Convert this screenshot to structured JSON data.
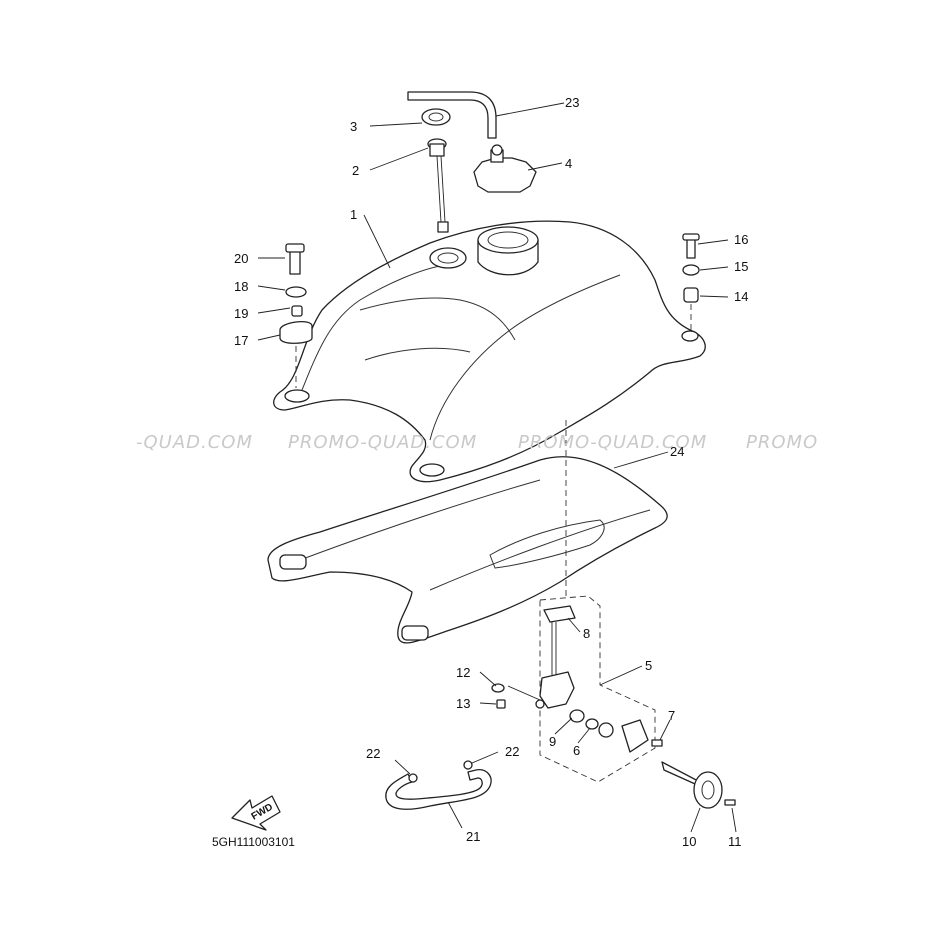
{
  "drawing_code": "5GH111003101",
  "fwd_label": "FWD",
  "watermark": {
    "segments": [
      "-QUAD.COM",
      "PROMO-QUAD.COM",
      "PROMO-QUAD.COM",
      "PROMO"
    ]
  },
  "callouts": [
    {
      "id": "1",
      "label": "1"
    },
    {
      "id": "2",
      "label": "2"
    },
    {
      "id": "3",
      "label": "3"
    },
    {
      "id": "4",
      "label": "4"
    },
    {
      "id": "5",
      "label": "5"
    },
    {
      "id": "6",
      "label": "6"
    },
    {
      "id": "7",
      "label": "7"
    },
    {
      "id": "8",
      "label": "8"
    },
    {
      "id": "9",
      "label": "9"
    },
    {
      "id": "10",
      "label": "10"
    },
    {
      "id": "11",
      "label": "11"
    },
    {
      "id": "12",
      "label": "12"
    },
    {
      "id": "13",
      "label": "13"
    },
    {
      "id": "14",
      "label": "14"
    },
    {
      "id": "15",
      "label": "15"
    },
    {
      "id": "16",
      "label": "16"
    },
    {
      "id": "17",
      "label": "17"
    },
    {
      "id": "18",
      "label": "18"
    },
    {
      "id": "19",
      "label": "19"
    },
    {
      "id": "20",
      "label": "20"
    },
    {
      "id": "21",
      "label": "21"
    },
    {
      "id": "22a",
      "label": "22"
    },
    {
      "id": "22b",
      "label": "22"
    },
    {
      "id": "23",
      "label": "23"
    },
    {
      "id": "24",
      "label": "24"
    }
  ],
  "colors": {
    "line": "#222222",
    "watermark": "#c9c9c9",
    "background": "#ffffff"
  }
}
